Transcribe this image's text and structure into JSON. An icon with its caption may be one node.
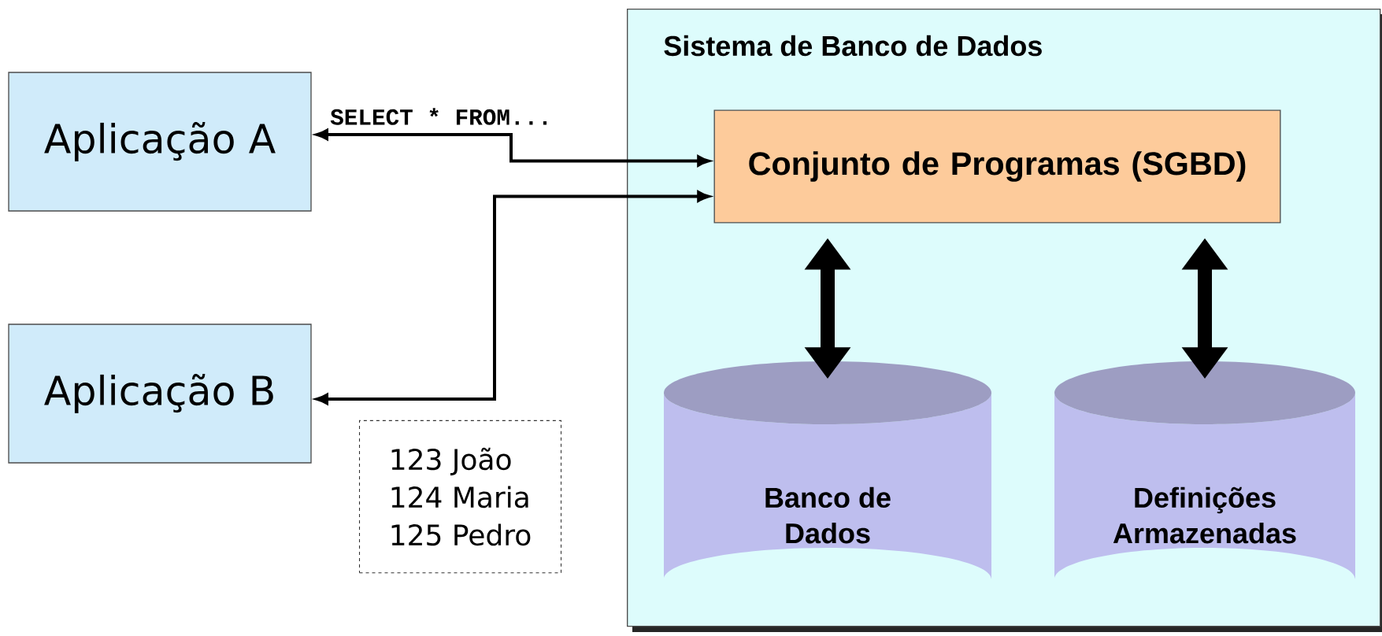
{
  "diagram": {
    "nodes": [
      {
        "text": [
          "Aplicação A"
        ]
      },
      {
        "text": [
          "Aplicação B"
        ]
      },
      {
        "text": [
          "123 João",
          "124 Maria",
          "125 Pedro"
        ]
      },
      {
        "text": [
          "Sistema de Banco de Dados"
        ]
      },
      {
        "text": [
          "Conjunto de Programas (SGBD)"
        ],
        "in": 3
      },
      {
        "text": [
          "Banco de Dados"
        ],
        "in": 3
      },
      {
        "text": [
          "Definições Armazenadas"
        ],
        "in": 3
      }
    ],
    "edges": [
      {
        "from": 4,
        "to": 0,
        "arrow": "both",
        "label": "SELECT * FROM..."
      },
      {
        "from": 4,
        "to": 1,
        "arrow": "both"
      },
      {
        "from": 4,
        "to": 5,
        "arrow": "both",
        "style": "thick"
      },
      {
        "from": 4,
        "to": 6,
        "arrow": "both",
        "style": "thick"
      }
    ]
  }
}
